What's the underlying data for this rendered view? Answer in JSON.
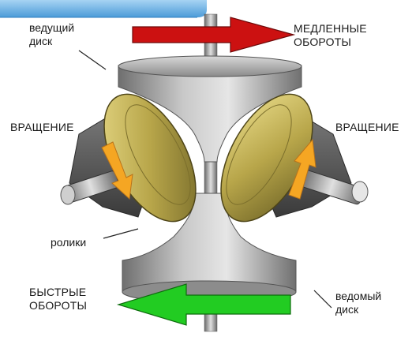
{
  "labels": {
    "driving_disk": [
      "ведущий",
      "диск"
    ],
    "slow_revs": [
      "МЕДЛЕННЫЕ",
      "ОБОРОТЫ"
    ],
    "rotation_left": "ВРАЩЕНИЕ",
    "rotation_right": "ВРАЩЕНИЕ",
    "rollers": "ролики",
    "fast_revs": [
      "БЫСТРЫЕ",
      "ОБОРОТЫ"
    ],
    "driven_disk": [
      "ведомый",
      "диск"
    ]
  },
  "colors": {
    "slow_arrow": "#cc1111",
    "fast_arrow": "#22cc22",
    "rotation_arrows": "#f5a623",
    "rollers": "#b8a64a",
    "disks": "#9a9a9a",
    "corner_tab": "#5aa8e0"
  },
  "icons": {
    "slow_arrow": "arrow-right-icon",
    "fast_arrow": "arrow-left-icon",
    "rotation_left_arrow": "arrow-down-icon",
    "rotation_right_arrow": "arrow-up-icon"
  }
}
